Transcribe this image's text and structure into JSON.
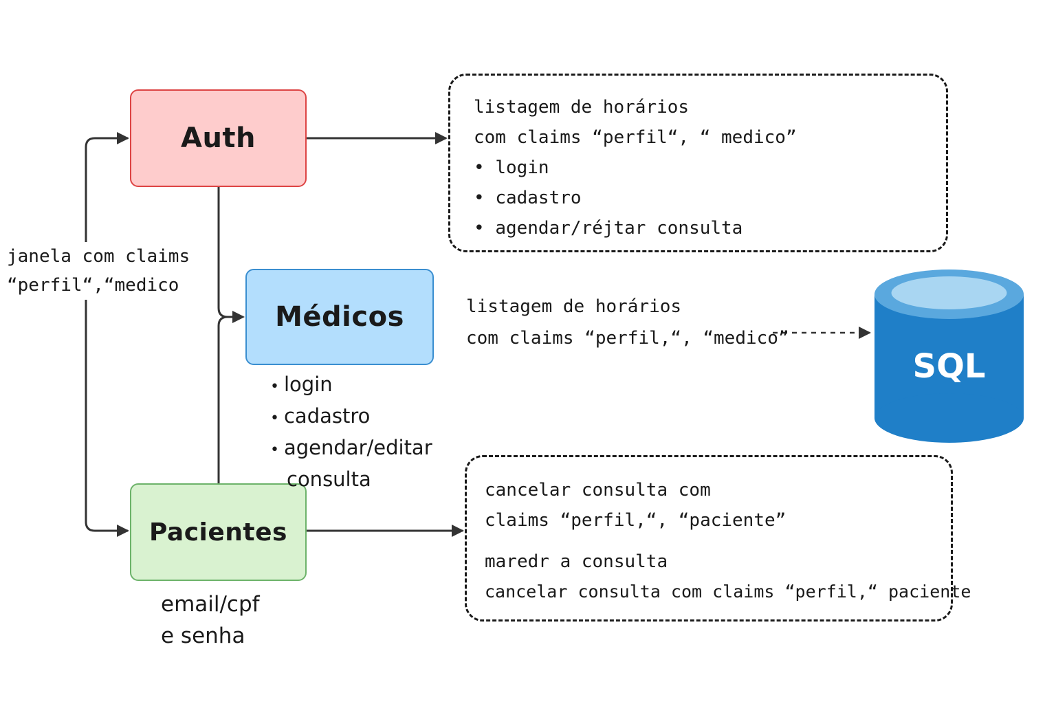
{
  "nodes": {
    "auth": "Auth",
    "medicos": "Médicos",
    "pacientes": "Pacientes",
    "database": "SQL"
  },
  "side_label": [
    "janela com claims",
    "“perfil“,“medico"
  ],
  "top_box": {
    "lines": [
      "listagem de horários",
      "com claims “perfil“, “ medico”"
    ],
    "bullets": [
      "login",
      "cadastro",
      "agendar/réjtar consulta"
    ]
  },
  "medicos_text": [
    "listagem de horários",
    "com claims “perfil,“, “medico”"
  ],
  "medicos_list": [
    "login",
    "cadastro",
    "agendar/editar",
    "consulta"
  ],
  "pacientes_label": [
    "email/cpf",
    "e senha"
  ],
  "bottom_box": {
    "lines": [
      "cancelar consulta com",
      "claims “perfil,“, “paciente”",
      "maredr a consulta",
      "cancelar consulta com claims “perfil,“ paciente"
    ]
  },
  "colors": {
    "auth_fill": "#fecccc",
    "auth_border": "#dd4444",
    "medicos_fill": "#b3defd",
    "medicos_border": "#3a8ed0",
    "pacientes_fill": "#d9f2d0",
    "pacientes_border": "#6db36a",
    "database_fill": "#1f7fc8",
    "arrow": "#333333"
  }
}
